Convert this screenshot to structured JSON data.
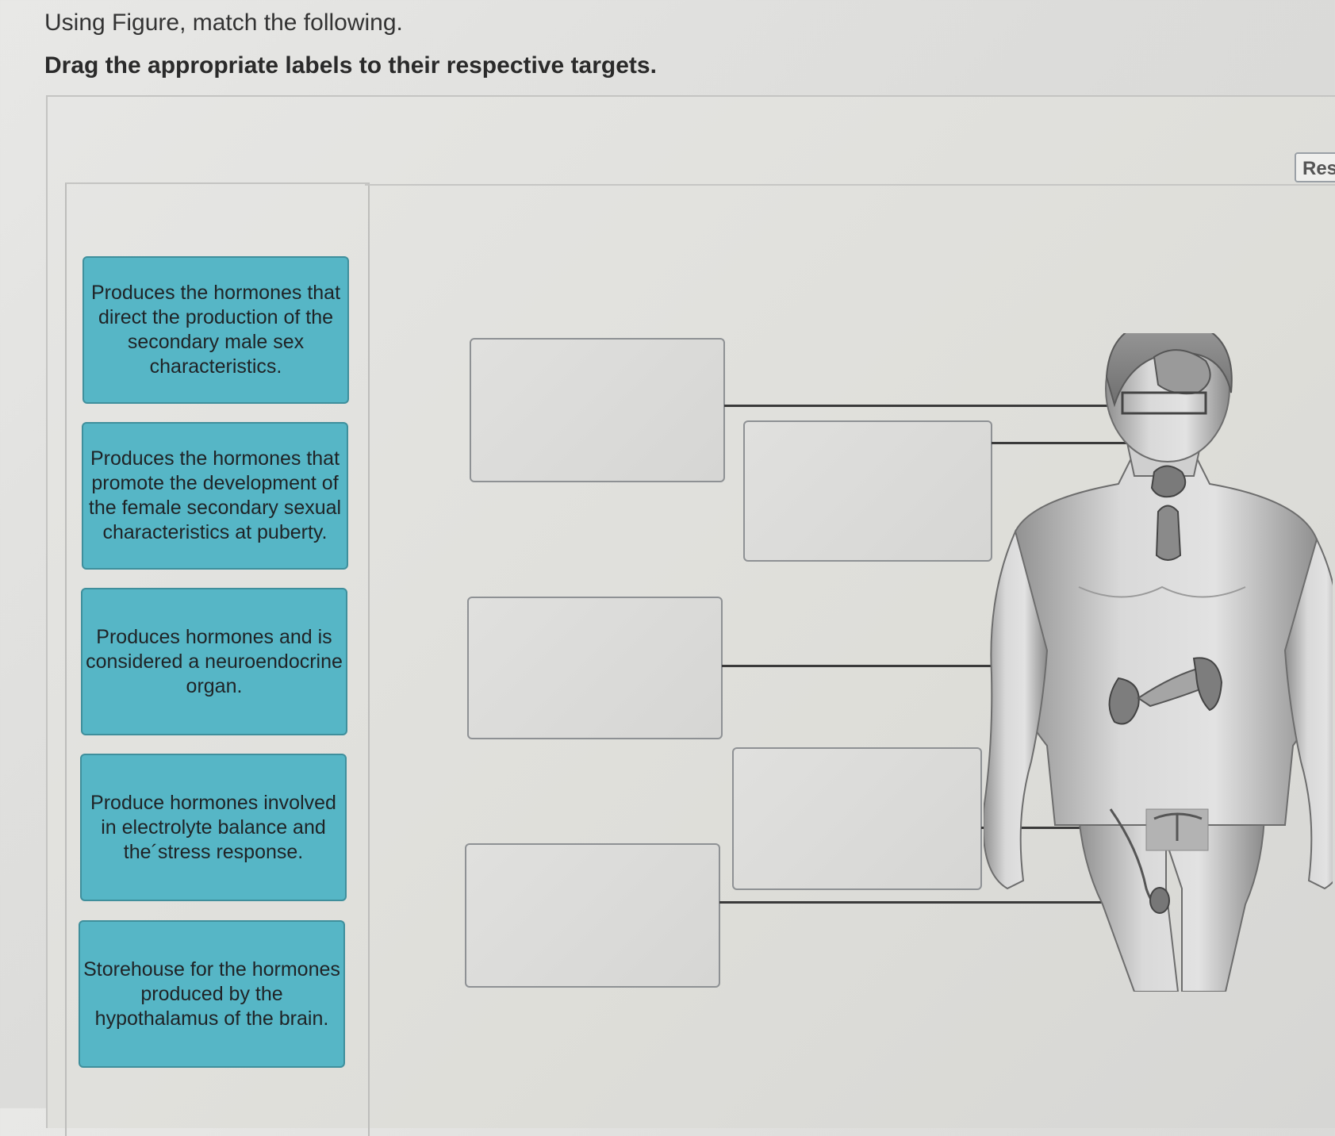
{
  "instruction": "Using Figure, match the following.",
  "directive": "Drag the appropriate labels to their respective targets.",
  "reset_label": "Res",
  "labels": [
    "Produces the hormones that direct the production of the secondary male sex characteristics.",
    "Produces the hormones that promote the development of the female secondary sexual characteristics at puberty.",
    "Produces hormones and is considered a neuroendocrine organ.",
    "Produce hormones involved in electrolyte balance and the´stress response.",
    "Storehouse for the hormones produced by the hypothalamus of the brain."
  ],
  "colors": {
    "label_fill": "#56b6c6",
    "label_border": "#3f8f9c",
    "target_fill": "#dcdcda",
    "target_border": "#8e9194"
  }
}
